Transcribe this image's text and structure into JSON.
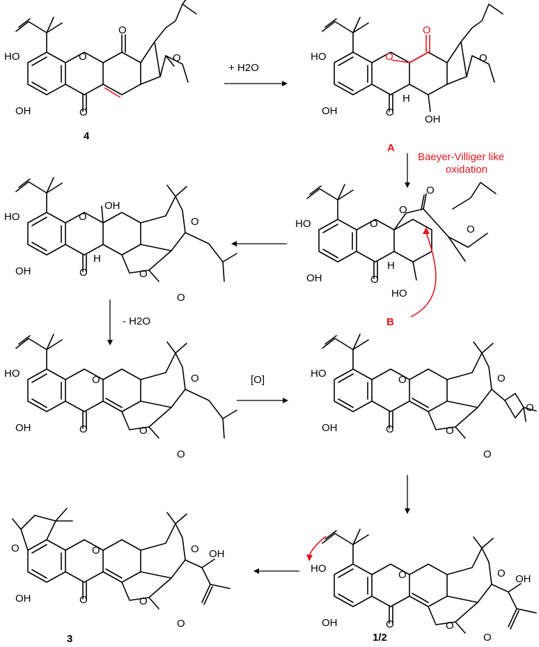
{
  "compounds": {
    "c4": {
      "label": "4"
    },
    "cA": {
      "label": "A"
    },
    "cB": {
      "label": "B"
    },
    "c3": {
      "label": "3"
    },
    "c12": {
      "label": "1/2"
    }
  },
  "reagents": {
    "water_add": "+ H2O",
    "water_loss": "- H2O",
    "oxidation": "[O]"
  },
  "annotation": {
    "line1": "Baeyer-Villiger like",
    "line2": "oxidation"
  },
  "atoms": {
    "HO": "HO",
    "OH": "OH",
    "O": "O",
    "H": "H"
  },
  "colors": {
    "highlight": "#e8151b",
    "ink": "#000000"
  }
}
